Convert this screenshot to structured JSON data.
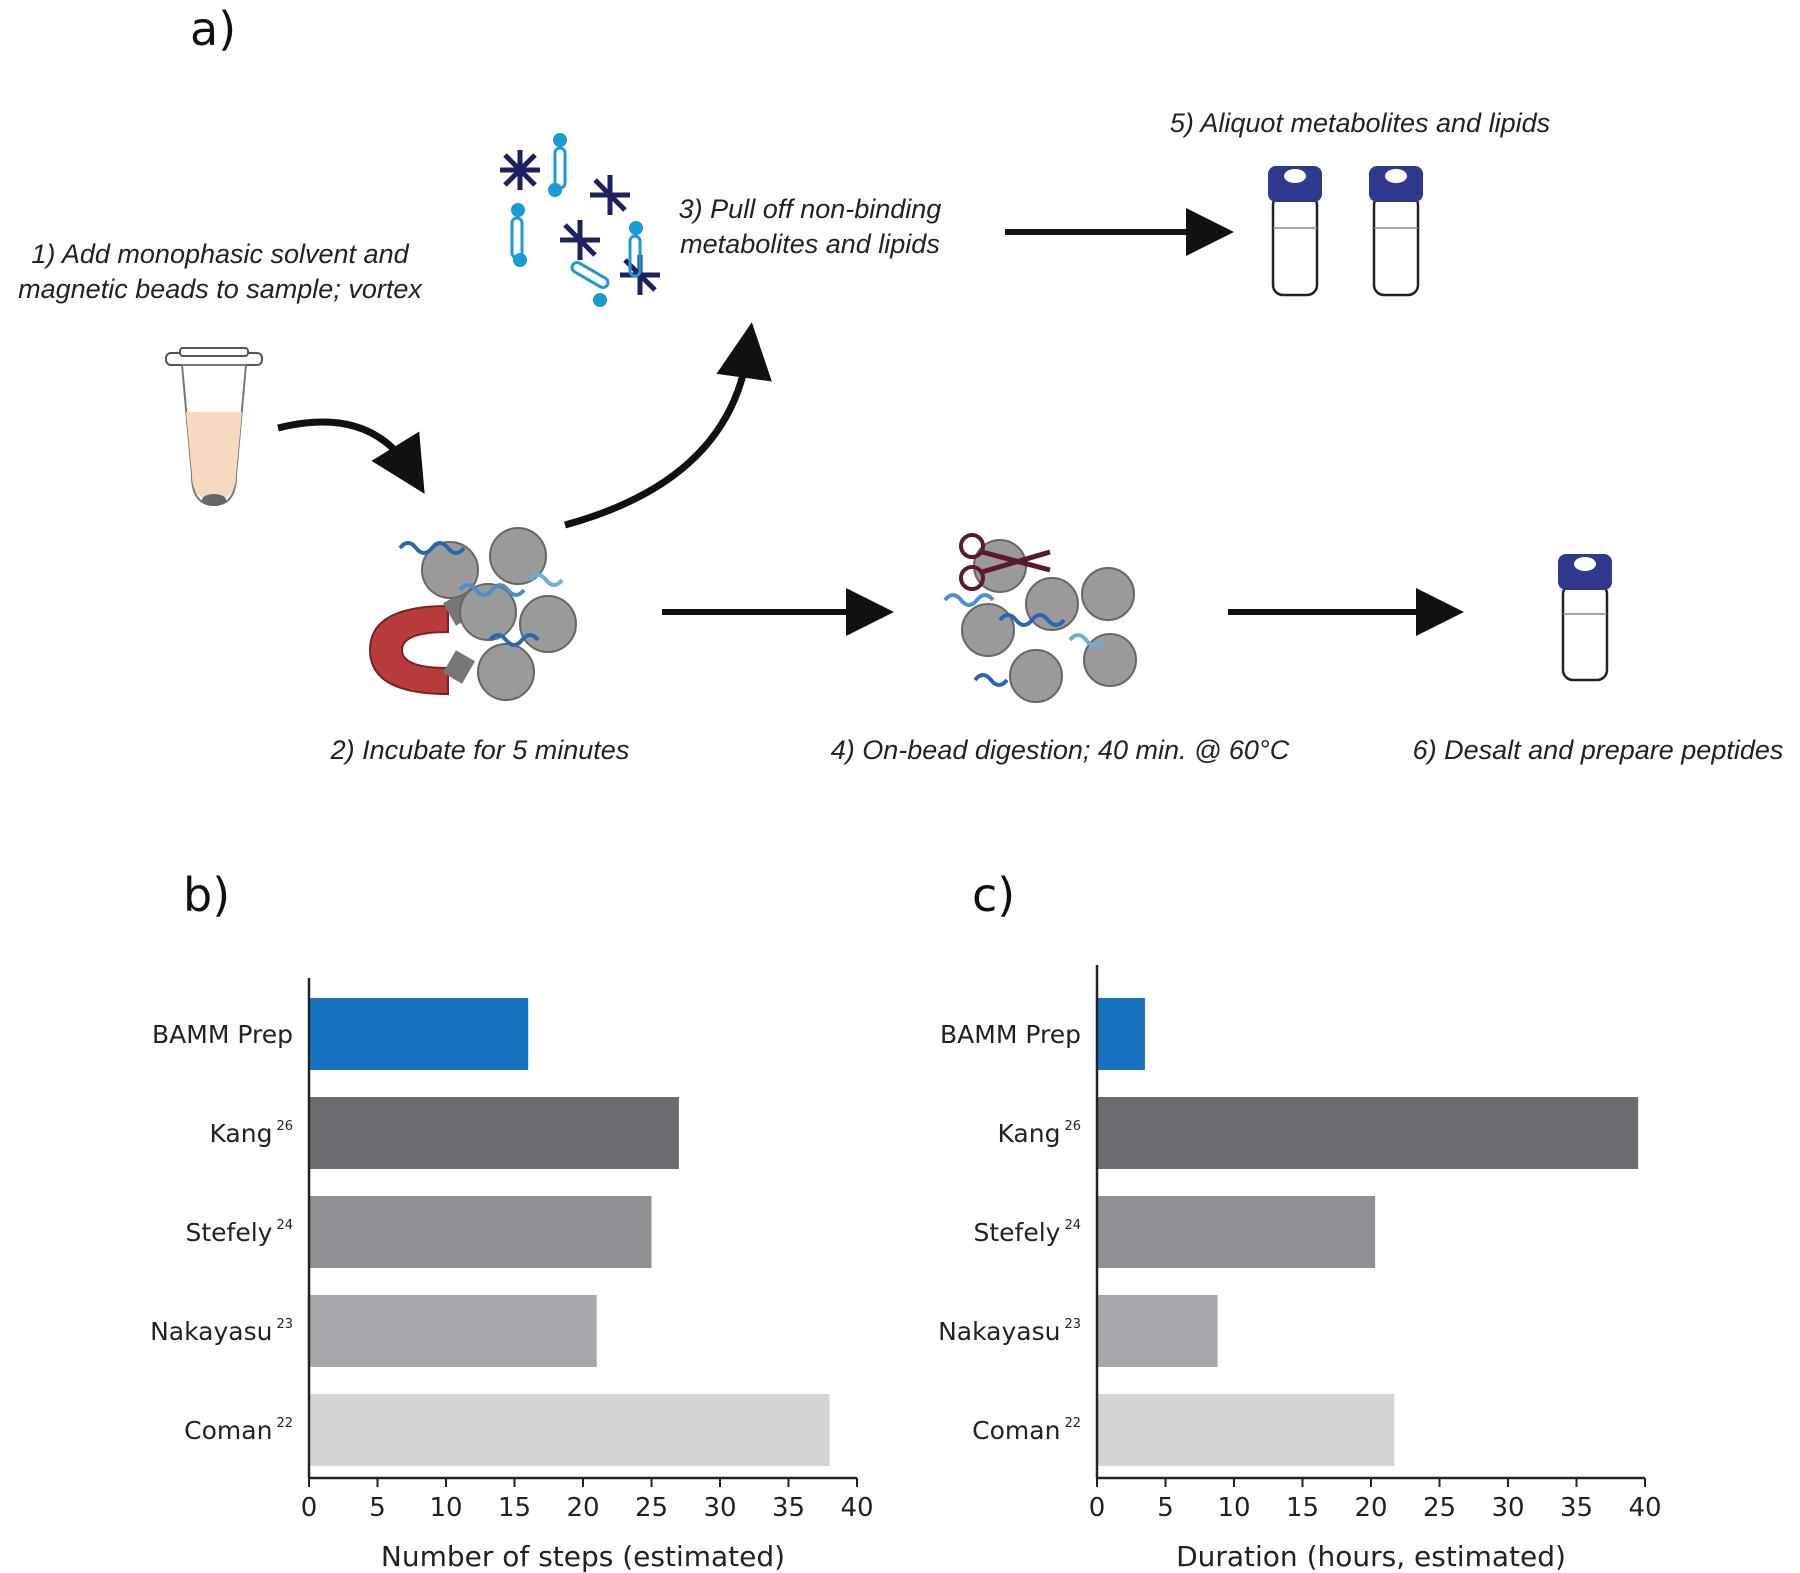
{
  "panel_labels": {
    "a": "a)",
    "b": "b)",
    "c": "c)"
  },
  "workflow": {
    "step1": {
      "line1": "1) Add monophasic solvent and",
      "line2": "magnetic beads to sample; vortex"
    },
    "step2": "2) Incubate for 5 minutes",
    "step3": {
      "line1": "3) Pull off non-binding",
      "line2": "metabolites and lipids"
    },
    "step4": "4) On-bead digestion; 40 min. @ 60°C",
    "step5": "5) Aliquot metabolites and lipids",
    "step6": "6) Desalt and prepare peptides"
  },
  "colors": {
    "bamm": "#1874c1",
    "kang": "#6b6c6f",
    "stefely": "#8f9093",
    "nakayasu": "#a7a8ab",
    "coman": "#d3d4d6",
    "vial_cap": "#2f3a8f",
    "magnet": "#b83c3c"
  },
  "chart_data": [
    {
      "type": "bar",
      "orientation": "horizontal",
      "categories": [
        "BAMM Prep",
        "Kang",
        "Stefely",
        "Nakayasu",
        "Coman"
      ],
      "category_refs": [
        "",
        "26",
        "24",
        "23",
        "22"
      ],
      "values": [
        16,
        27,
        25,
        21,
        38
      ],
      "xlabel": "Number of steps (estimated)",
      "ylabel": "",
      "xlim": [
        0,
        40
      ],
      "xticks": [
        0,
        5,
        10,
        15,
        20,
        25,
        30,
        35,
        40
      ],
      "grid": false
    },
    {
      "type": "bar",
      "orientation": "horizontal",
      "categories": [
        "BAMM Prep",
        "Kang",
        "Stefely",
        "Nakayasu",
        "Coman"
      ],
      "category_refs": [
        "",
        "26",
        "24",
        "23",
        "22"
      ],
      "values": [
        3.5,
        39.5,
        20.3,
        8.8,
        21.7
      ],
      "xlabel": "Duration (hours, estimated)",
      "ylabel": "",
      "xlim": [
        0,
        40
      ],
      "xticks": [
        0,
        5,
        10,
        15,
        20,
        25,
        30,
        35,
        40
      ],
      "grid": false
    }
  ]
}
